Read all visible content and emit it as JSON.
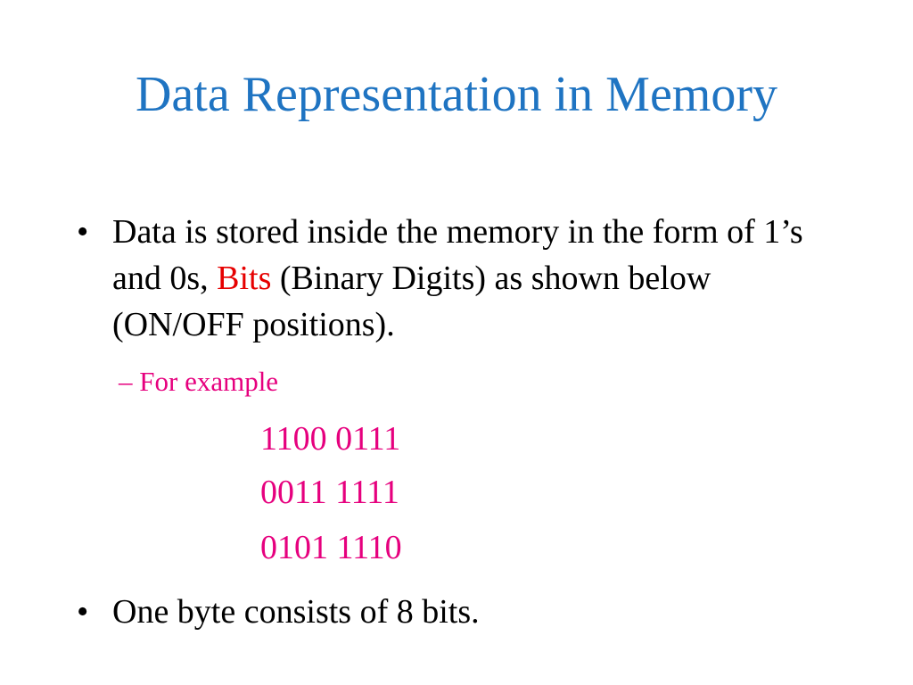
{
  "slide": {
    "title": "Data Representation in Memory",
    "bullets": [
      {
        "marker": "•",
        "text_before": "Data is stored inside the memory in the form of 1’s and 0s, ",
        "highlight": "Bits",
        "text_after": " (Binary Digits) as shown below  (ON/OFF positions)."
      },
      {
        "marker": "•",
        "text": "One byte consists of 8 bits."
      }
    ],
    "sub_bullet": {
      "marker": "–",
      "text": "For example"
    },
    "binary_examples": [
      "1100 0111",
      "0011 1111",
      "0101 1110"
    ]
  },
  "colors": {
    "title": "#1f74c2",
    "highlight": "#e60000",
    "example": "#e6007e",
    "body": "#000000"
  }
}
